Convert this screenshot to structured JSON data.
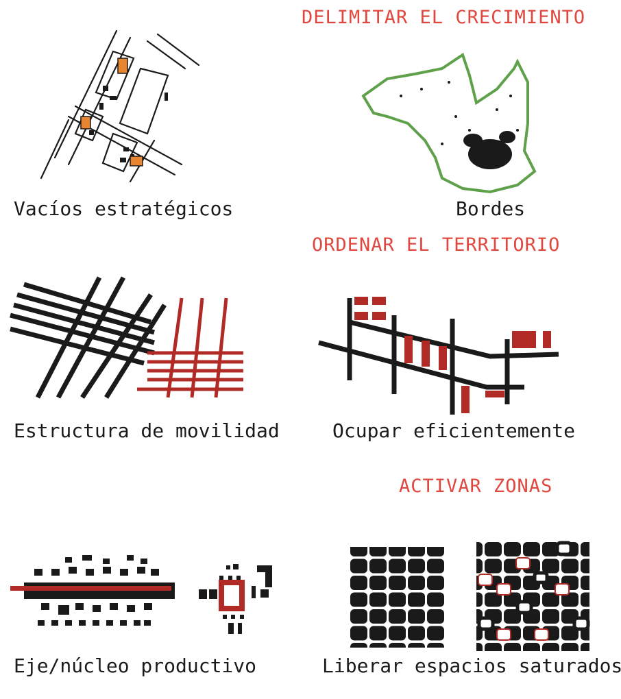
{
  "headings": {
    "delimitar": "DELIMITAR EL CRECIMIENTO",
    "ordenar": "ORDENAR EL TERRITORIO",
    "activar": "ACTIVAR ZONAS"
  },
  "captions": {
    "vacios": "Vacíos estratégicos",
    "bordes": "Bordes",
    "movilidad": "Estructura de movilidad",
    "ocupar": "Ocupar eficientemente",
    "eje": "Eje/núcleo productivo",
    "liberar": "Liberar espacios saturados"
  },
  "colors": {
    "heading": "#e0473f",
    "accent_red": "#b22a25",
    "orange": "#e8852f",
    "green_border": "#5fa04a",
    "ink": "#1a1a1a"
  }
}
